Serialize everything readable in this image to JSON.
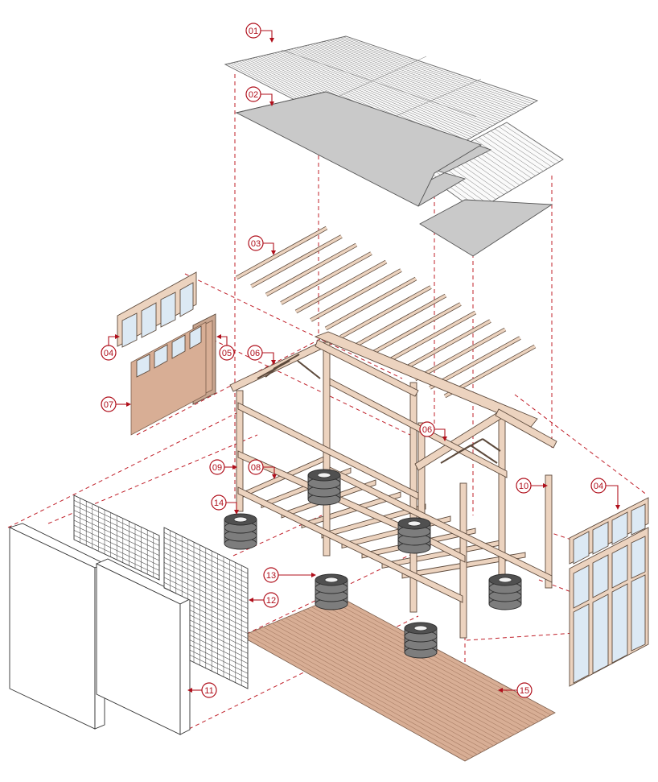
{
  "callouts": [
    {
      "id": "01",
      "text": "01"
    },
    {
      "id": "02",
      "text": "02"
    },
    {
      "id": "03",
      "text": "03"
    },
    {
      "id": "04a",
      "text": "04"
    },
    {
      "id": "05",
      "text": "05"
    },
    {
      "id": "06a",
      "text": "06"
    },
    {
      "id": "07",
      "text": "07"
    },
    {
      "id": "06b",
      "text": "06"
    },
    {
      "id": "09",
      "text": "09"
    },
    {
      "id": "08",
      "text": "08"
    },
    {
      "id": "10",
      "text": "10"
    },
    {
      "id": "04b",
      "text": "04"
    },
    {
      "id": "14",
      "text": "14"
    },
    {
      "id": "13",
      "text": "13"
    },
    {
      "id": "12",
      "text": "12"
    },
    {
      "id": "11",
      "text": "11"
    },
    {
      "id": "15",
      "text": "15"
    }
  ],
  "colors": {
    "callout": "#b0101c",
    "guide": "#c0202a",
    "timber": "#ecd3bf",
    "deck": "#d8ae95",
    "sheet": "#c9c9c9",
    "glass": "#dce9f4",
    "tire": "#7d7d7d"
  }
}
